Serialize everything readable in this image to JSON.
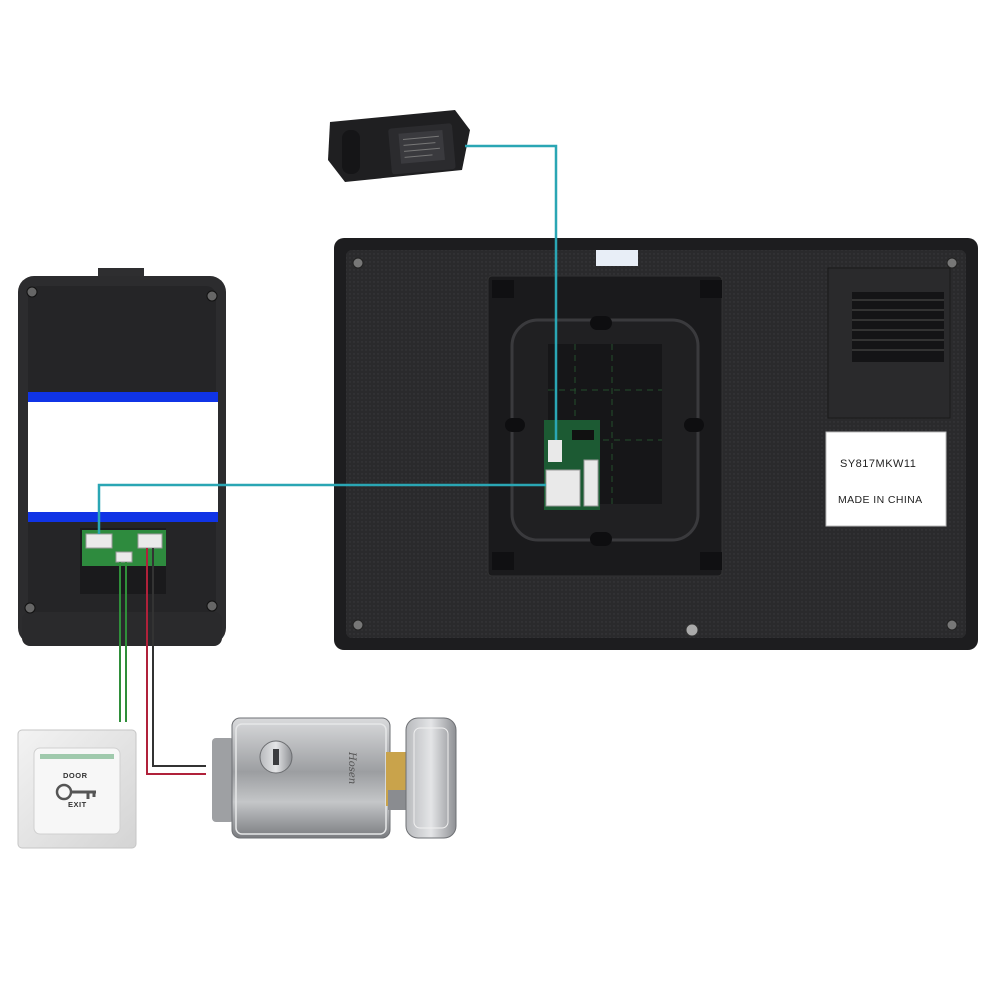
{
  "monitor": {
    "model": "SY817MKW11",
    "origin": "MADE IN CHINA"
  },
  "exit_button": {
    "top_text": "DOOR",
    "bottom_text": "EXIT"
  },
  "lock": {
    "brand": "Hosen"
  },
  "colors": {
    "signal_wire": "#2aa6b4",
    "green_wire": "#2f8f3a",
    "red_wire": "#b0213a",
    "device_body": "#2c2c2e",
    "label_band": "#1034e6"
  }
}
